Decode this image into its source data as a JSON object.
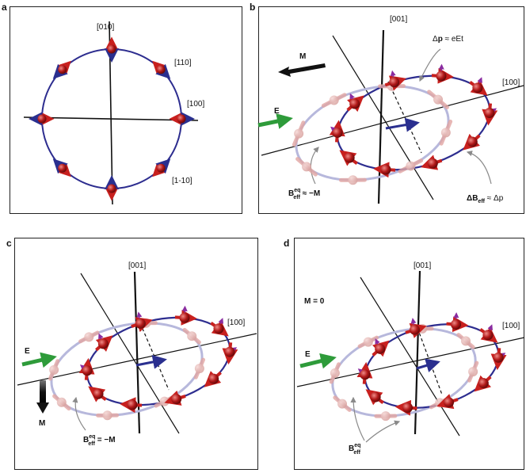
{
  "panels": {
    "a": {
      "label": "a",
      "axis_labels": {
        "top": "[010]",
        "diag_upper": "[110]",
        "right": "[100]",
        "diag_lower": "[1-10]"
      }
    },
    "b": {
      "label": "b",
      "axis_top": "[001]",
      "axis_right": "[100]",
      "M": "M",
      "E": "E",
      "dp": {
        "main": "Δ",
        "bold": "p",
        "rest": " ≈ eEt"
      },
      "beq": {
        "B": "B",
        "sup": "eq",
        "sub": "eff",
        "rest": " ≈ −M"
      },
      "dB": {
        "main": "ΔB",
        "sub": "eff",
        "rest": " ≈ Δp"
      }
    },
    "c": {
      "label": "c",
      "axis_top": "[001]",
      "axis_right": "[100]",
      "E": "E",
      "M": "M",
      "beq": {
        "B": "B",
        "sup": "eq",
        "sub": "eff",
        "rest": " = −M"
      }
    },
    "d": {
      "label": "d",
      "axis_top": "[001]",
      "axis_right": "[100]",
      "E": "E",
      "M0": "M = 0",
      "beq": {
        "B": "B",
        "sup": "eq",
        "sub": "eff"
      }
    }
  },
  "colors": {
    "ring": "#2d2d8f",
    "ring_faint": "#b7b8dc",
    "spin": "#c8201e",
    "ball": "#b01818",
    "ball_faint": "#e3b0ae",
    "arrow_blue": "#2a2f8f",
    "arrow_green": "#2e9b3a",
    "purple": "#8a2ca0"
  }
}
